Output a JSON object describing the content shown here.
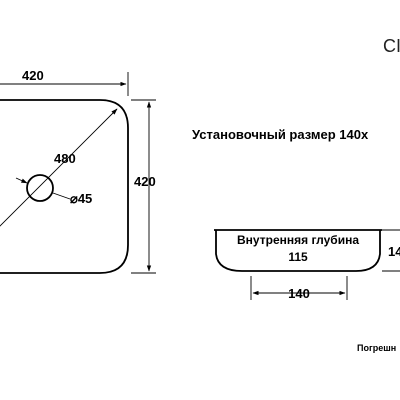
{
  "model_code": "CI",
  "plan_view": {
    "width_label": "420",
    "height_label": "420",
    "diagonal_label": "480",
    "drain_label": "⌀45"
  },
  "installation_size_label": "Установочный размер 140х",
  "side_view": {
    "depth_caption": "Внутренняя глубина",
    "depth_value": "115",
    "height_label": "14",
    "base_width_label": "140"
  },
  "footnote": "Погрешн"
}
